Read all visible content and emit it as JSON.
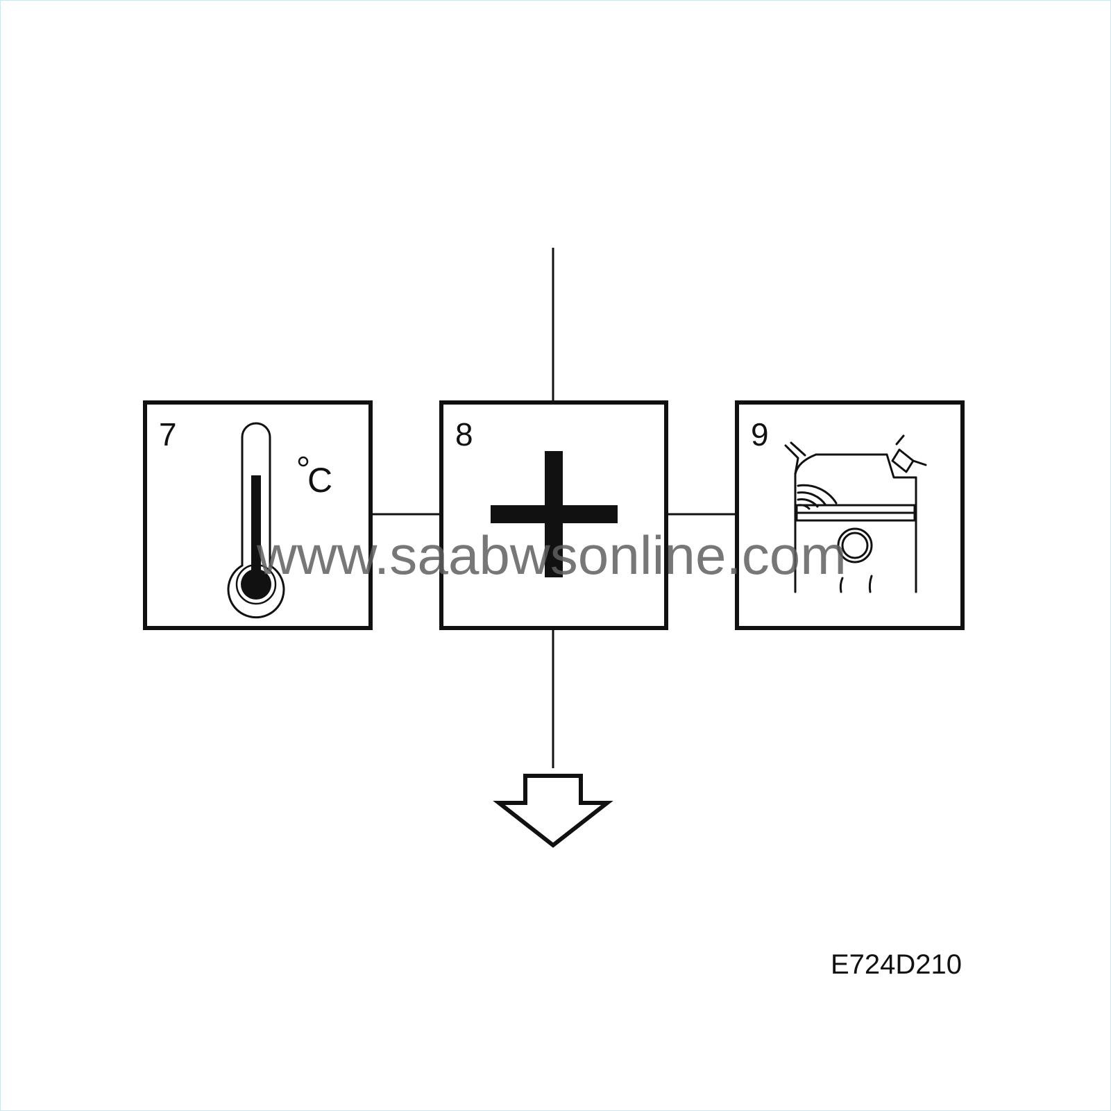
{
  "steps": [
    {
      "number": "7",
      "icon": "thermometer-icon",
      "unit": "°C"
    },
    {
      "number": "8",
      "icon": "plus-icon"
    },
    {
      "number": "9",
      "icon": "engine-cylinder-icon"
    }
  ],
  "watermark": "www.saabwsonline.com",
  "figure_code": "E724D210",
  "colors": {
    "line": "#111111",
    "background": "#ffffff",
    "watermark": "#5f5f5f"
  }
}
